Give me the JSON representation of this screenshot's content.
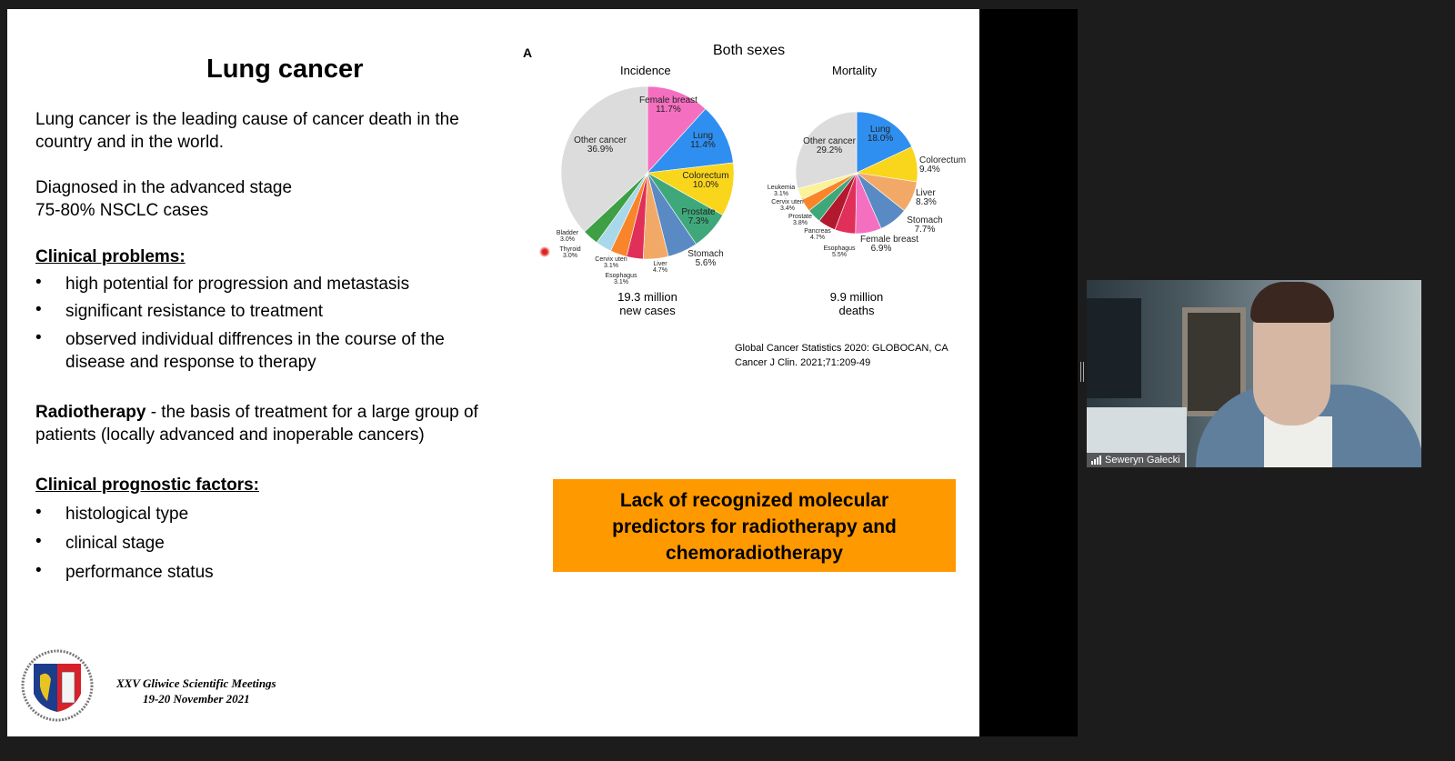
{
  "slide": {
    "title": "Lung cancer",
    "intro": [
      "Lung cancer is the leading cause of cancer death in the",
      "country and in the world."
    ],
    "diagnosed": [
      "Diagnosed in the advanced stage",
      "75-80% NSCLC cases"
    ],
    "clinical_problems_heading": "Clinical problems:",
    "clinical_problems": [
      "high potential for progression and metastasis",
      "significant resistance to treatment",
      "observed individual diffrences in the course of the",
      "disease and response to therapy"
    ],
    "radiotherapy_bold": "Radiotherapy",
    "radiotherapy_rest": " - the basis of treatment for a large group of",
    "radiotherapy_line2": "patients (locally advanced and inoperable cancers)",
    "prognostic_heading": "Clinical prognostic factors:",
    "prognostic": [
      "histological type",
      "clinical stage",
      "performance status"
    ],
    "callout": [
      "Lack of recognized molecular",
      "predictors for radiotherapy and",
      "chemoradiotherapy"
    ],
    "citation": [
      "Global Cancer Statistics 2020: GLOBOCAN, CA",
      "Cancer J Clin. 2021;71:209-49"
    ],
    "footer": [
      "XXV Gliwice Scientific Meetings",
      "19-20 November 2021"
    ],
    "bullet": "•"
  },
  "chart_data": [
    {
      "type": "pie",
      "panel": "A",
      "suptitle": "Both sexes",
      "title": "Incidence",
      "caption": [
        "19.3 million",
        "new cases"
      ],
      "labels": [
        "Female breast",
        "Lung",
        "Colorectum",
        "Prostate",
        "Stomach",
        "Liver",
        "Esophagus",
        "Cervix uteri",
        "Thyroid",
        "Bladder",
        "Other cancer"
      ],
      "values": [
        11.7,
        11.4,
        10.0,
        7.3,
        5.6,
        4.7,
        3.1,
        3.1,
        3.0,
        3.0,
        36.9
      ],
      "colors": [
        "#f46fc0",
        "#2f8ff0",
        "#f9d61c",
        "#3fa87a",
        "#5a8ac4",
        "#f2a968",
        "#e0305a",
        "#f9852a",
        "#a9d8ea",
        "#3e9f45",
        "#dcdcdc"
      ]
    },
    {
      "type": "pie",
      "title": "Mortality",
      "caption": [
        "9.9 million",
        "deaths"
      ],
      "labels": [
        "Lung",
        "Colorectum",
        "Liver",
        "Stomach",
        "Female breast",
        "Esophagus",
        "Pancreas",
        "Prostate",
        "Cervix uteri",
        "Leukemia",
        "Other cancer"
      ],
      "values": [
        18.0,
        9.4,
        8.3,
        7.7,
        6.9,
        5.5,
        4.7,
        3.8,
        3.4,
        3.1,
        29.2
      ],
      "colors": [
        "#2f8ff0",
        "#f9d61c",
        "#f2a968",
        "#5a8ac4",
        "#f46fc0",
        "#e0305a",
        "#b3192e",
        "#3fa87a",
        "#f9852a",
        "#fbf29a",
        "#dcdcdc"
      ]
    }
  ],
  "video": {
    "participant": "Seweryn Gałecki"
  }
}
